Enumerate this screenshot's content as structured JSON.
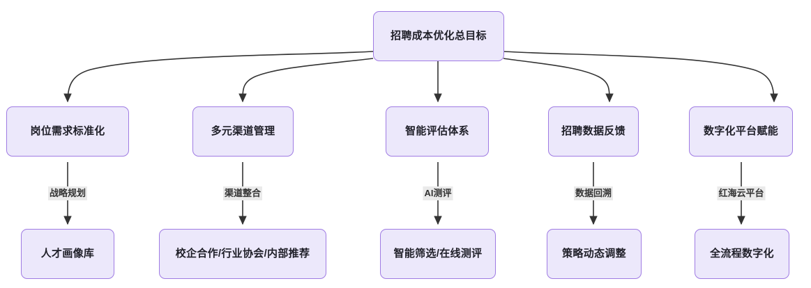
{
  "diagram": {
    "type": "flowchart",
    "direction": "top-down",
    "title": "招聘成本优化总目标",
    "colors": {
      "node_fill": "#ece8fb",
      "node_border": "#9f7be3",
      "node_text": "#1f1f28",
      "edge_stroke": "#333333",
      "edge_label_bg": "#eaeaea",
      "edge_label_text": "#333333",
      "canvas_bg": "#ffffff"
    },
    "root": {
      "id": "root",
      "label": "招聘成本优化总目标"
    },
    "branches": [
      {
        "id": "branch-1",
        "label": "岗位需求标准化",
        "edge_label": "战略规划",
        "leaf": "人才画像库"
      },
      {
        "id": "branch-2",
        "label": "多元渠道管理",
        "edge_label": "渠道整合",
        "leaf": "校企合作/行业协会/内部推荐"
      },
      {
        "id": "branch-3",
        "label": "智能评估体系",
        "edge_label": "AI测评",
        "leaf": "智能筛选/在线测评"
      },
      {
        "id": "branch-4",
        "label": "招聘数据反馈",
        "edge_label": "数据回溯",
        "leaf": "策略动态调整"
      },
      {
        "id": "branch-5",
        "label": "数字化平台赋能",
        "edge_label": "红海云平台",
        "leaf": "全流程数字化"
      }
    ]
  }
}
